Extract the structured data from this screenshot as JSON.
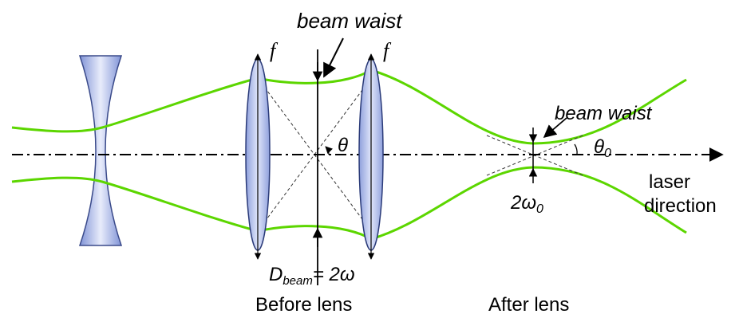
{
  "labels": {
    "beam_waist_top": "beam waist",
    "beam_waist_right": "beam waist",
    "f_left": "f",
    "f_right": "f",
    "theta": "θ",
    "theta0_symbol": "θ",
    "theta0_sub": "0",
    "laser_line1": "laser",
    "laser_line2": "direction",
    "two_omega0_main": "2ω",
    "two_omega0_sub": "0",
    "d_beam_main": "D",
    "d_beam_sub": "beam",
    "d_beam_rest": "= 2ω",
    "before_lens": "Before lens",
    "after_lens": "After lens"
  },
  "colors": {
    "beam": "#5cd600",
    "lens_fill": "#aab8ea",
    "lens_stroke": "#2a3a78",
    "concave_fill": "#93a4dc",
    "text": "#000000"
  }
}
